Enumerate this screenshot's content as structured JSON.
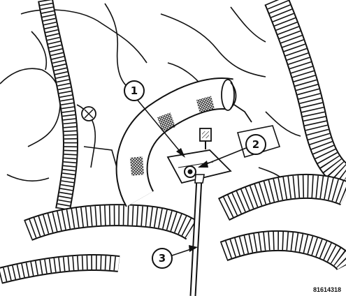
{
  "figure": {
    "figure_number": "81614318",
    "callouts": [
      {
        "label": "1"
      },
      {
        "label": "2"
      },
      {
        "label": "3"
      }
    ]
  },
  "colors": {
    "ink": "#111111",
    "background": "#ffffff"
  }
}
